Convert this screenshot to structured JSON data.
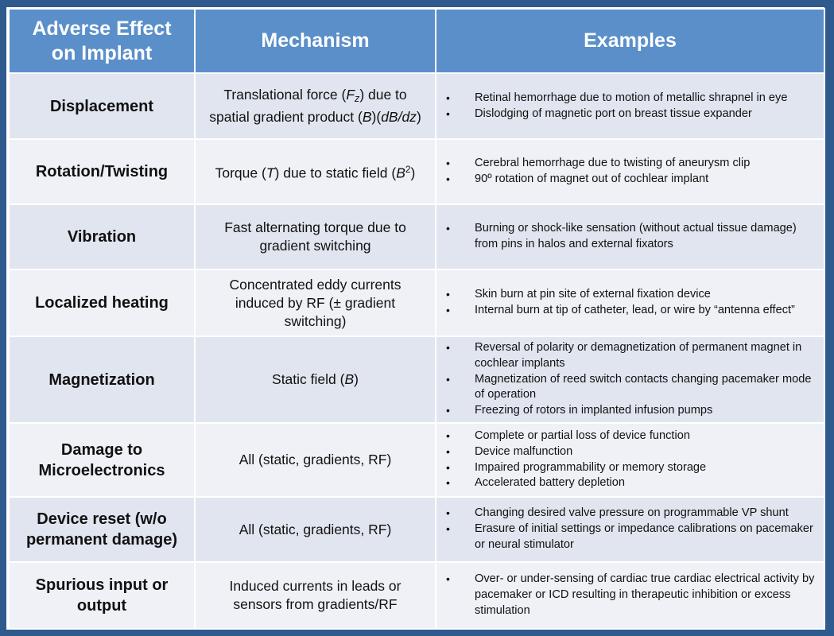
{
  "header": {
    "col_effect": "Adverse Effect on Implant",
    "col_mechanism": "Mechanism",
    "col_examples": "Examples"
  },
  "rows": [
    {
      "effect": "Displacement",
      "mechanism": "Translational force (Fz) due to spatial gradient product (B)(dB/dz)",
      "examples": [
        "Retinal hemorrhage due to motion of metallic shrapnel in eye",
        "Dislodging of magnetic port on breast tissue expander"
      ]
    },
    {
      "effect": "Rotation/Twisting",
      "mechanism": "Torque (T) due to static field (B2)",
      "examples": [
        "Cerebral hemorrhage due to twisting of aneurysm clip",
        "90º rotation of magnet out of cochlear implant"
      ]
    },
    {
      "effect": "Vibration",
      "mechanism": "Fast alternating torque due to gradient switching",
      "examples": [
        "Burning or shock-like sensation (without actual tissue damage) from pins in halos and external fixators"
      ]
    },
    {
      "effect": "Localized heating",
      "mechanism": "Concentrated eddy currents induced by RF (± gradient switching)",
      "examples": [
        "Skin burn at pin site of external fixation device",
        "Internal burn at tip of catheter, lead, or wire by “antenna effect”"
      ]
    },
    {
      "effect": "Magnetization",
      "mechanism": "Static field (B)",
      "examples": [
        "Reversal of polarity or demagnetization of permanent magnet in cochlear implants",
        "Magnetization of reed switch contacts changing pacemaker mode of operation",
        "Freezing of rotors in implanted infusion pumps"
      ]
    },
    {
      "effect": "Damage to Microelectronics",
      "mechanism": "All (static, gradients, RF)",
      "examples": [
        "Complete or partial loss of device function",
        "Device malfunction",
        "Impaired programmability or memory storage",
        "Accelerated battery depletion"
      ]
    },
    {
      "effect": "Device reset (w/o permanent damage)",
      "mechanism": "All (static, gradients, RF)",
      "examples": [
        "Changing desired valve pressure on programmable VP shunt",
        "Erasure of initial settings or impedance calibrations on pacemaker or neural stimulator"
      ]
    },
    {
      "effect": "Spurious input or output",
      "mechanism": "Induced currents in leads or sensors from gradients/RF",
      "examples": [
        "Over- or under-sensing of cardiac true cardiac electrical activity by pacemaker or ICD resulting in therapeutic inhibition or excess stimulation"
      ]
    }
  ]
}
